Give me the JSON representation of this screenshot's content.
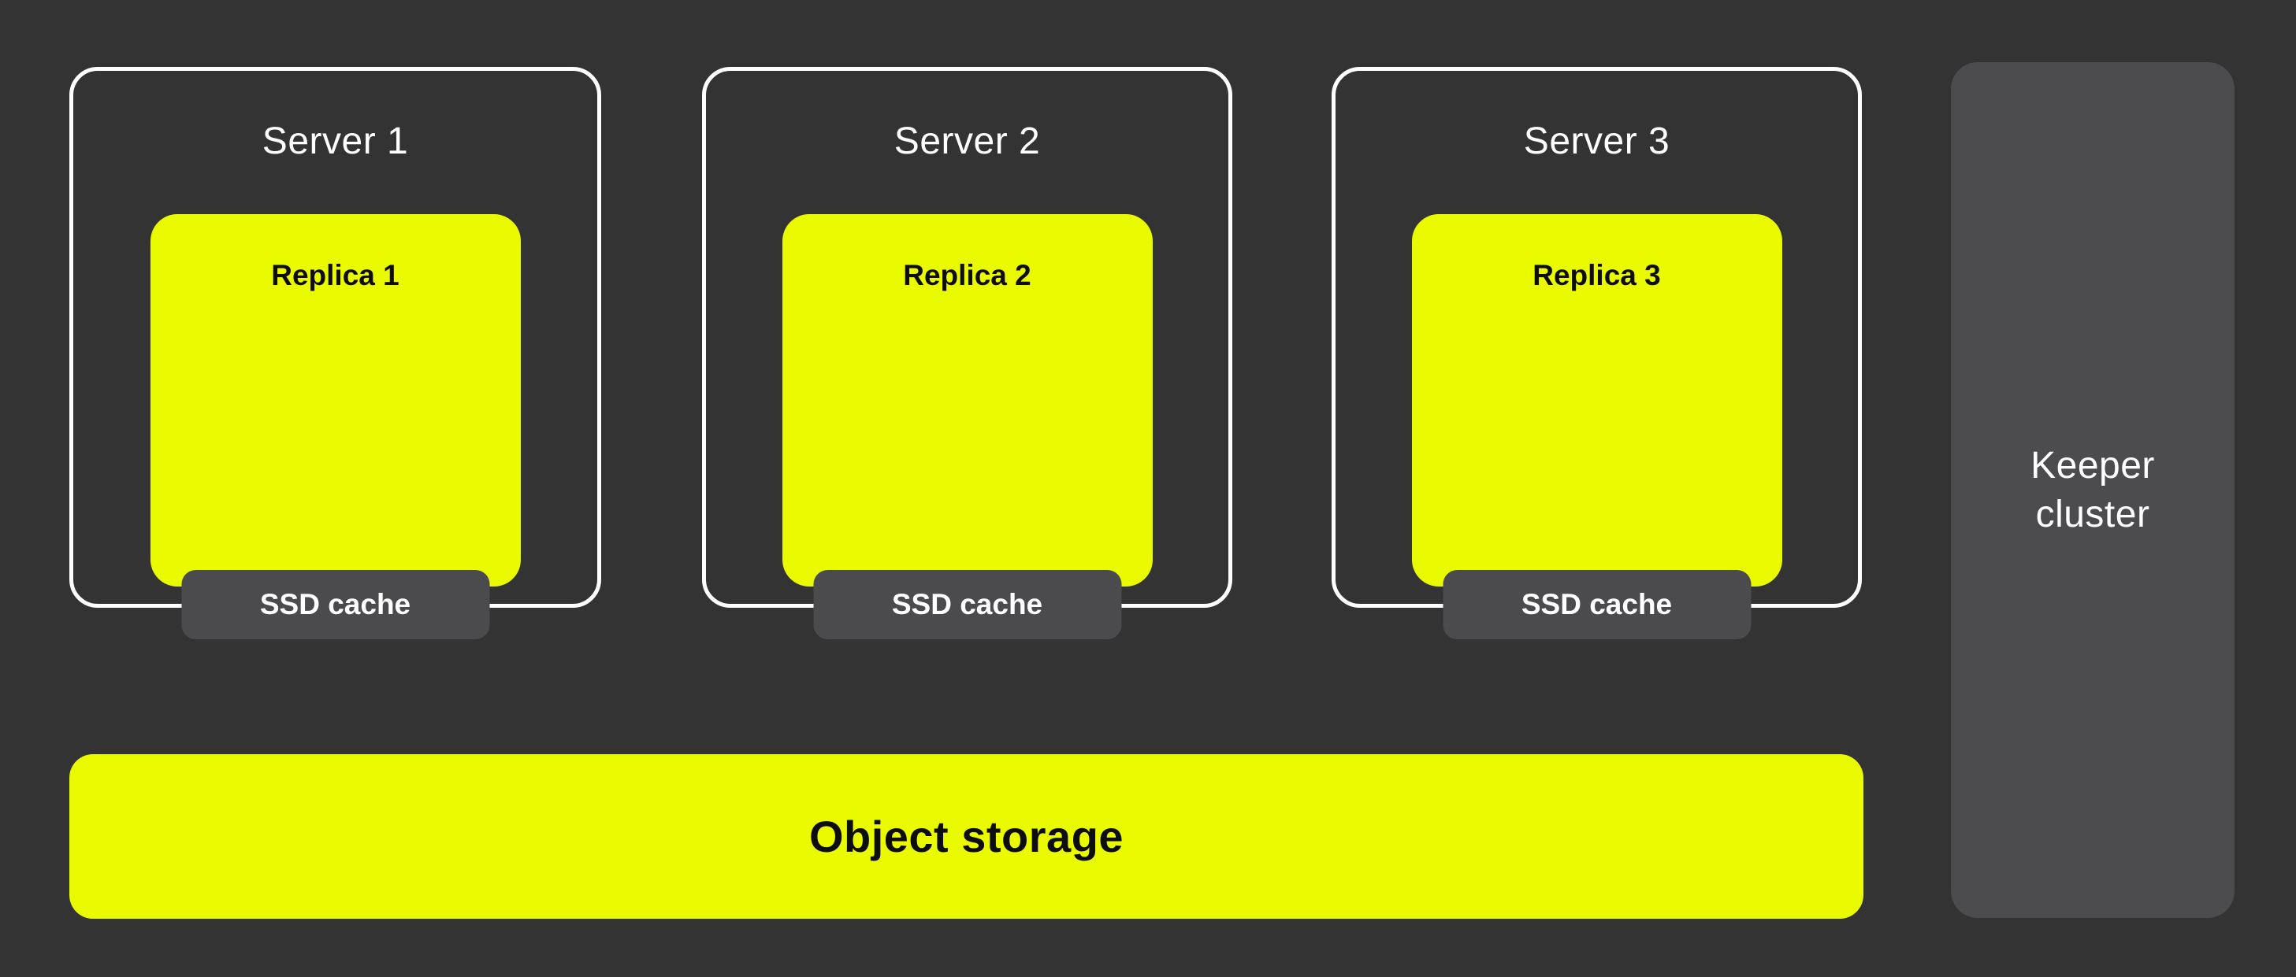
{
  "colors": {
    "background": "#333333",
    "accent_yellow": "#EAFB00",
    "panel_gray": "#4C4C4E",
    "chip_gray": "#4B4B4D",
    "border_white": "#FFFFFF",
    "text_light": "#FFFFFF",
    "text_dark": "#0D0D0D"
  },
  "servers": [
    {
      "title": "Server 1",
      "replica_label": "Replica 1",
      "cache_label": "SSD cache"
    },
    {
      "title": "Server 2",
      "replica_label": "Replica 2",
      "cache_label": "SSD cache"
    },
    {
      "title": "Server 3",
      "replica_label": "Replica 3",
      "cache_label": "SSD cache"
    }
  ],
  "object_storage": {
    "label": "Object storage"
  },
  "keeper": {
    "label": "Keeper\ncluster"
  }
}
